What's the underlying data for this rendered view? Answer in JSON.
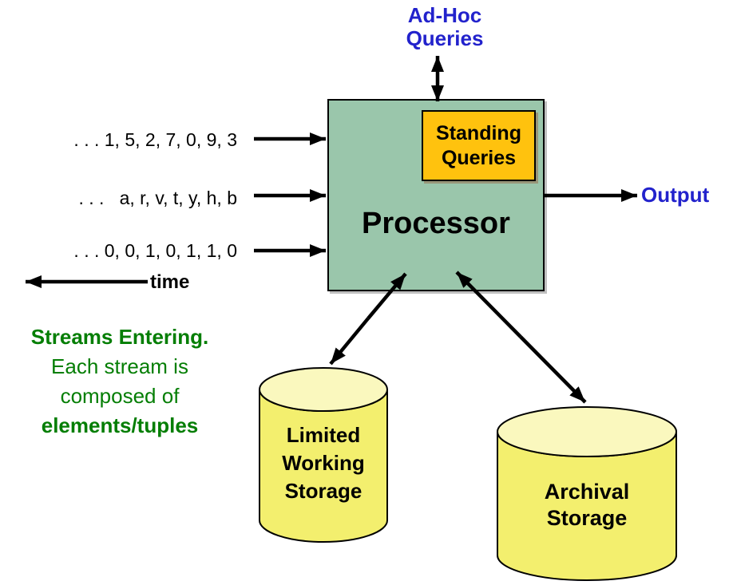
{
  "labels": {
    "adhoc": "Ad-Hoc\nQueries",
    "processor": "Processor",
    "standing_queries": "Standing\nQueries",
    "output": "Output",
    "time": "time",
    "working_storage": "Limited\nWorking\nStorage",
    "archival_storage": "Archival\nStorage"
  },
  "streams": [
    {
      "text": ". . . 1, 5, 2, 7, 0, 9, 3"
    },
    {
      "text": ". . .   a, r, v, t, y, h, b"
    },
    {
      "text": ". . . 0, 0, 1, 0, 1, 1, 0"
    }
  ],
  "caption": {
    "line1": "Streams Entering.",
    "line2": "Each stream is",
    "line3": "composed of",
    "line4": "elements/tuples"
  },
  "colors": {
    "processor_fill": "#9AC6AB",
    "standing_queries_fill": "#FFC20E",
    "storage_fill": "#F3EF6E",
    "storage_top_fill": "#FAF8BE",
    "text_blue": "#2222CC",
    "text_green": "#047E04",
    "arrow": "#000000"
  }
}
